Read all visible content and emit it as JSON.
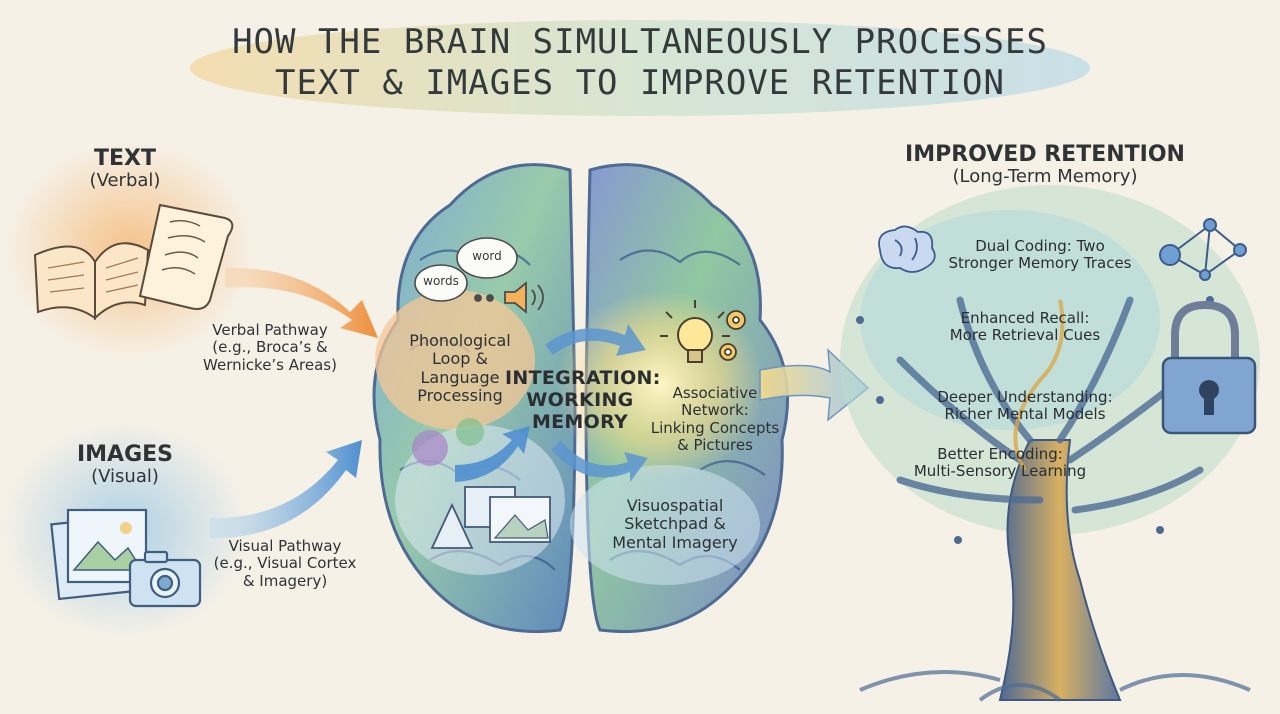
{
  "title": {
    "line1": "HOW THE BRAIN SIMULTANEOUSLY PROCESSES",
    "line2": "TEXT & IMAGES TO IMPROVE RETENTION"
  },
  "text_input": {
    "heading": "TEXT",
    "subheading": "(Verbal)",
    "pathway_line1": "Verbal Pathway",
    "pathway_line2": "(e.g., Broca’s &",
    "pathway_line3": "Wernicke’s Areas)"
  },
  "image_input": {
    "heading": "IMAGES",
    "subheading": "(Visual)",
    "pathway_line1": "Visual Pathway",
    "pathway_line2": "(e.g., Visual Cortex",
    "pathway_line3": "& Imagery)"
  },
  "brain": {
    "bubble_word": "word",
    "bubble_words": "words",
    "phonological_line1": "Phonological",
    "phonological_line2": "Loop &",
    "phonological_line3": "Language",
    "phonological_line4": "Processing",
    "integration_line1": "INTEGRATION:",
    "integration_line2": "WORKING",
    "integration_line3": "MEMORY",
    "associative_line1": "Associative",
    "associative_line2": "Network:",
    "associative_line3": "Linking Concepts",
    "associative_line4": "& Pictures",
    "visuospatial_line1": "Visuospatial",
    "visuospatial_line2": "Sketchpad &",
    "visuospatial_line3": "Mental Imagery"
  },
  "retention": {
    "heading": "IMPROVED RETENTION",
    "subheading": "(Long-Term Memory)",
    "benefits": [
      {
        "line1": "Dual Coding: Two",
        "line2": "Stronger Memory Traces"
      },
      {
        "line1": "Enhanced Recall:",
        "line2": "More Retrieval Cues"
      },
      {
        "line1": "Deeper Understanding:",
        "line2": "Richer Mental Models"
      },
      {
        "line1": "Better Encoding:",
        "line2": "Multi-Sensory Learning"
      }
    ]
  },
  "colors": {
    "verbal_accent": "#f0a457",
    "visual_accent": "#6aa8d8",
    "brain_blue": "#5b8fc7",
    "brain_green": "#8cc08a",
    "tree_trunk": "#6a7fa0",
    "gold": "#d9a84a"
  }
}
